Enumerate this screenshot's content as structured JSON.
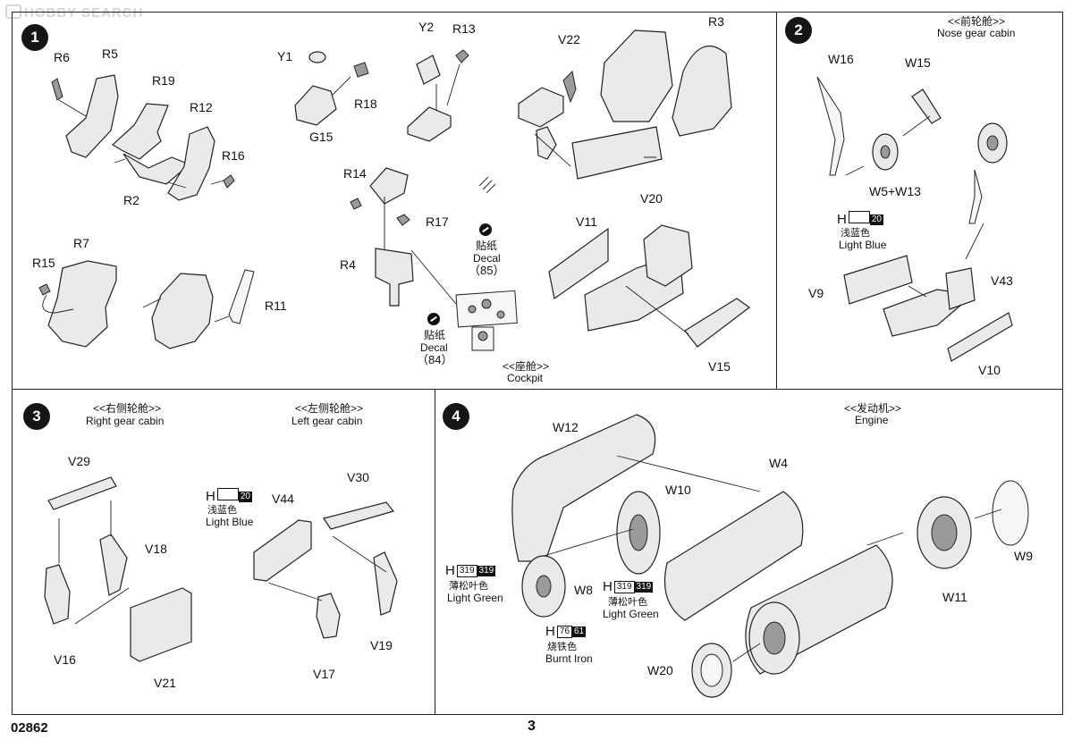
{
  "watermark": "HOBBY SEARCH",
  "footer": {
    "product_code": "02862",
    "page_number": "3"
  },
  "steps": [
    {
      "number": "1",
      "caption_zh": "<<座舱>>",
      "caption_en": "Cockpit",
      "parts": [
        "R6",
        "R5",
        "R19",
        "R12",
        "R16",
        "R2",
        "R7",
        "R15",
        "R11",
        "Y1",
        "R18",
        "G15",
        "Y2",
        "R13",
        "R14",
        "R17",
        "R4",
        "V22",
        "R3",
        "V20",
        "V11",
        "V15"
      ],
      "decals": [
        {
          "zh": "贴纸",
          "en": "Decal",
          "num": "（85）"
        },
        {
          "zh": "贴纸",
          "en": "Decal",
          "num": "（84）"
        }
      ]
    },
    {
      "number": "2",
      "caption_zh": "<<前轮舱>>",
      "caption_en": "Nose  gear cabin",
      "parts": [
        "W16",
        "W15",
        "W5+W13",
        "V9",
        "V43",
        "V10"
      ],
      "paint": {
        "h": "H",
        "code": "20",
        "zh": "浅蓝色",
        "en": "Light Blue"
      }
    },
    {
      "number": "3",
      "caption_right_zh": "<<右侧轮舱>>",
      "caption_right_en": "Right gear cabin",
      "caption_left_zh": "<<左侧轮舱>>",
      "caption_left_en": "Left gear cabin",
      "parts": [
        "V29",
        "V18",
        "V16",
        "V21",
        "V44",
        "V30",
        "V17",
        "V19"
      ],
      "paint": {
        "h": "H",
        "code": "20",
        "zh": "浅蓝色",
        "en": "Light Blue"
      }
    },
    {
      "number": "4",
      "caption_zh": "<<发动机>>",
      "caption_en": "Engine",
      "parts": [
        "W12",
        "W4",
        "W10",
        "W8",
        "W9",
        "W11",
        "W20"
      ],
      "paints": [
        {
          "h": "H",
          "code": "319",
          "code2": "319",
          "zh": "薄松叶色",
          "en": "Light Green"
        },
        {
          "h": "H",
          "code": "319",
          "code2": "319",
          "zh": "薄松叶色",
          "en": "Light Green"
        },
        {
          "h": "H",
          "code": "76",
          "code2": "61",
          "zh": "烧铁色",
          "en": "Burnt Iron"
        }
      ]
    }
  ]
}
